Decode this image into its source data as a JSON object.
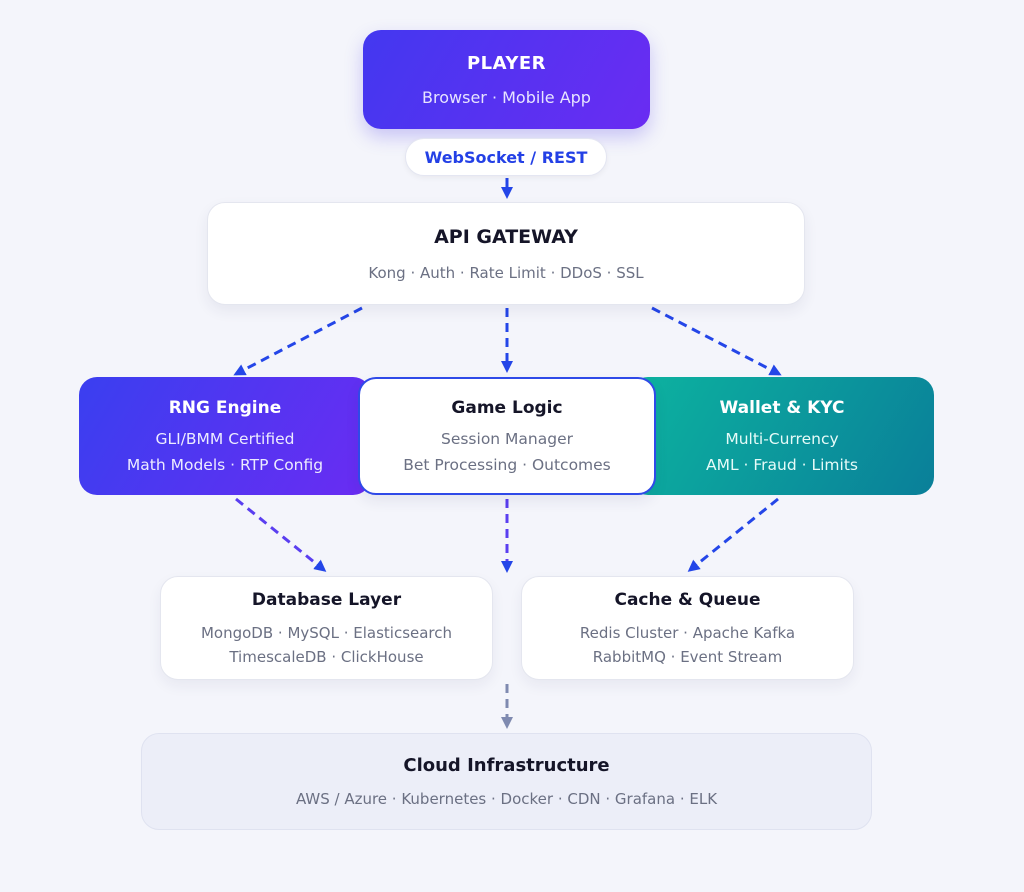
{
  "player": {
    "title": "PLAYER",
    "subtitle": "Browser · Mobile App"
  },
  "protocol": {
    "label": "WebSocket / REST"
  },
  "gateway": {
    "title": "API GATEWAY",
    "subtitle": "Kong · Auth · Rate Limit · DDoS · SSL"
  },
  "rng": {
    "title": "RNG Engine",
    "line1": "GLI/BMM Certified",
    "line2": "Math Models · RTP Config"
  },
  "logic": {
    "title": "Game Logic",
    "line1": "Session Manager",
    "line2": "Bet Processing · Outcomes"
  },
  "wallet": {
    "title": "Wallet & KYC",
    "line1": "Multi-Currency",
    "line2": "AML · Fraud · Limits"
  },
  "database": {
    "title": "Database Layer",
    "line1": "MongoDB · MySQL · Elasticsearch",
    "line2": "TimescaleDB · ClickHouse"
  },
  "cache": {
    "title": "Cache & Queue",
    "line1": "Redis Cluster · Apache Kafka",
    "line2": "RabbitMQ · Event Stream"
  },
  "cloud": {
    "title": "Cloud Infrastructure",
    "subtitle": "AWS / Azure · Kubernetes · Docker · CDN · Grafana · ELK"
  },
  "colors": {
    "primary_blue": "#2f4ae8",
    "purple": "#6a2cf2",
    "teal": "#0db3a0",
    "slate_arrow": "#7f8ab0",
    "background": "#f4f5fb"
  }
}
